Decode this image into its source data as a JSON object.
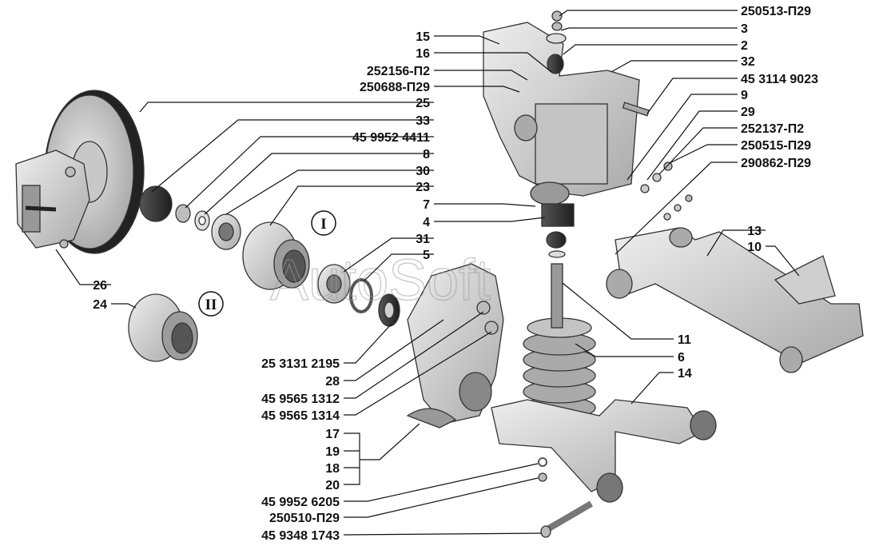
{
  "watermark": "AutoSoft",
  "colors": {
    "metal_light": "#d8d8d8",
    "metal_mid": "#b9b9b9",
    "metal_dark": "#6f6f6f",
    "rubber": "#2e2e2e",
    "lines": "#111111"
  },
  "labels": {
    "l_250513_P29": "250513-П29",
    "l_3": "3",
    "l_2": "2",
    "l_15": "15",
    "l_16": "16",
    "l_32": "32",
    "l_252156_P2": "252156-П2",
    "l_250688_P29": "250688-П29",
    "l_45_3114_9023": "45 3114 9023",
    "l_25": "25",
    "l_9": "9",
    "l_33": "33",
    "l_29": "29",
    "l_45_9952_4411": "45 9952 4411",
    "l_252137_P2": "252137-П2",
    "l_8": "8",
    "l_250515_P29": "250515-П29",
    "l_30": "30",
    "l_290862_P29": "290862-П29",
    "l_23": "23",
    "l_7": "7",
    "l_4": "4",
    "l_13": "13",
    "l_10": "10",
    "l_31": "31",
    "l_5": "5",
    "l_26": "26",
    "l_24": "24",
    "l_11": "11",
    "l_6": "6",
    "l_14": "14",
    "l_25_3131_2195": "25 3131 2195",
    "l_28": "28",
    "l_45_9565_1312": "45 9565 1312",
    "l_45_9565_1314": "45 9565 1314",
    "l_17": "17",
    "l_19": "19",
    "l_18": "18",
    "l_20": "20",
    "l_45_9952_6205": "45 9952 6205",
    "l_250510_P29": "250510-П29",
    "l_45_9348_1743": "45 9348 1743"
  },
  "variants": {
    "I": "I",
    "II": "II"
  }
}
